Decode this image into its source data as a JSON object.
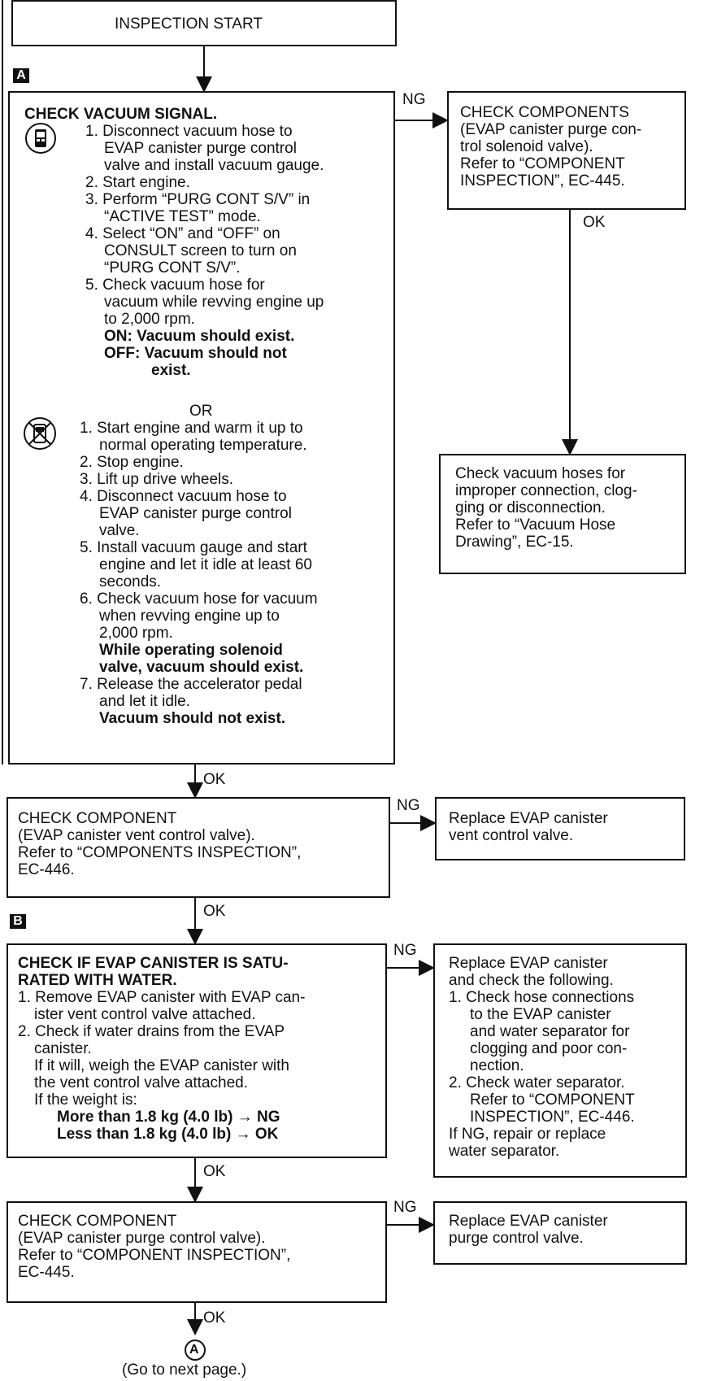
{
  "start": "INSPECTION START",
  "markers": {
    "a": "A",
    "b": "B"
  },
  "edge_labels": {
    "ng": "NG",
    "ok": "OK",
    "or": "OR"
  },
  "box1": {
    "title": "CHECK VACUUM SIGNAL.",
    "consult_steps": [
      "1. Disconnect vacuum hose to",
      "EVAP canister purge control",
      "valve and install vacuum gauge.",
      "2. Start engine.",
      "3. Perform “PURG CONT S/V” in",
      "“ACTIVE TEST” mode.",
      "4. Select “ON” and “OFF” on",
      "CONSULT screen to turn on",
      "“PURG CONT S/V”.",
      "5. Check vacuum hose for",
      "vacuum while revving engine up",
      "to 2,000 rpm."
    ],
    "consult_results": [
      "ON: Vacuum should exist.",
      "OFF: Vacuum should not",
      "exist."
    ],
    "manual_steps": [
      "1. Start engine and warm it up to",
      "normal operating temperature.",
      "2. Stop engine.",
      "3. Lift up drive wheels.",
      "4. Disconnect vacuum hose to",
      "EVAP canister purge control",
      "valve.",
      "5. Install vacuum gauge and start",
      "engine and let it idle at least 60",
      "seconds.",
      "6. Check vacuum hose for vacuum",
      "when revving engine up to",
      "2,000 rpm."
    ],
    "manual_result_1": [
      "While operating solenoid",
      "valve, vacuum should exist."
    ],
    "manual_step_7": [
      "7. Release the accelerator pedal",
      "and let it idle."
    ],
    "manual_result_2": "Vacuum should not exist."
  },
  "box_r1": [
    "CHECK COMPONENTS",
    "(EVAP canister purge con-",
    "trol solenoid valve).",
    "Refer to “COMPONENT",
    "INSPECTION”, EC-445."
  ],
  "box_r2": [
    "Check vacuum hoses for",
    "improper connection, clog-",
    "ging or disconnection.",
    "Refer to “Vacuum Hose",
    "Drawing”, EC-15."
  ],
  "box2": [
    "CHECK COMPONENT",
    "(EVAP canister vent control valve).",
    "Refer to “COMPONENTS INSPECTION”,",
    "EC-446."
  ],
  "box_r3": [
    "Replace EVAP canister",
    "vent control valve."
  ],
  "box3": {
    "title": [
      "CHECK IF EVAP CANISTER IS SATU-",
      "RATED WITH WATER."
    ],
    "steps": [
      "1. Remove EVAP canister with EVAP can-",
      "ister vent control valve attached.",
      "2. Check if water drains from the EVAP",
      "canister.",
      "If it will, weigh the EVAP canister with",
      "the vent control valve attached.",
      "If the weight is:"
    ],
    "results": [
      "More than 1.8 kg (4.0 lb) → NG",
      "Less than 1.8 kg (4.0 lb) → OK"
    ]
  },
  "box_r4": [
    "Replace EVAP canister",
    "and check the following.",
    "1. Check hose connections",
    "to the EVAP canister",
    "and water separator for",
    "clogging and poor con-",
    "nection.",
    "2. Check water separator.",
    "Refer to “COMPONENT",
    "INSPECTION”, EC-446.",
    "If NG, repair or replace",
    "water separator."
  ],
  "box4": [
    "CHECK COMPONENT",
    "(EVAP canister purge control valve).",
    "Refer to “COMPONENT INSPECTION”,",
    "EC-445."
  ],
  "box_r5": [
    "Replace EVAP canister",
    "purge control valve."
  ],
  "connector": "A",
  "next_page": "(Go to next page.)"
}
